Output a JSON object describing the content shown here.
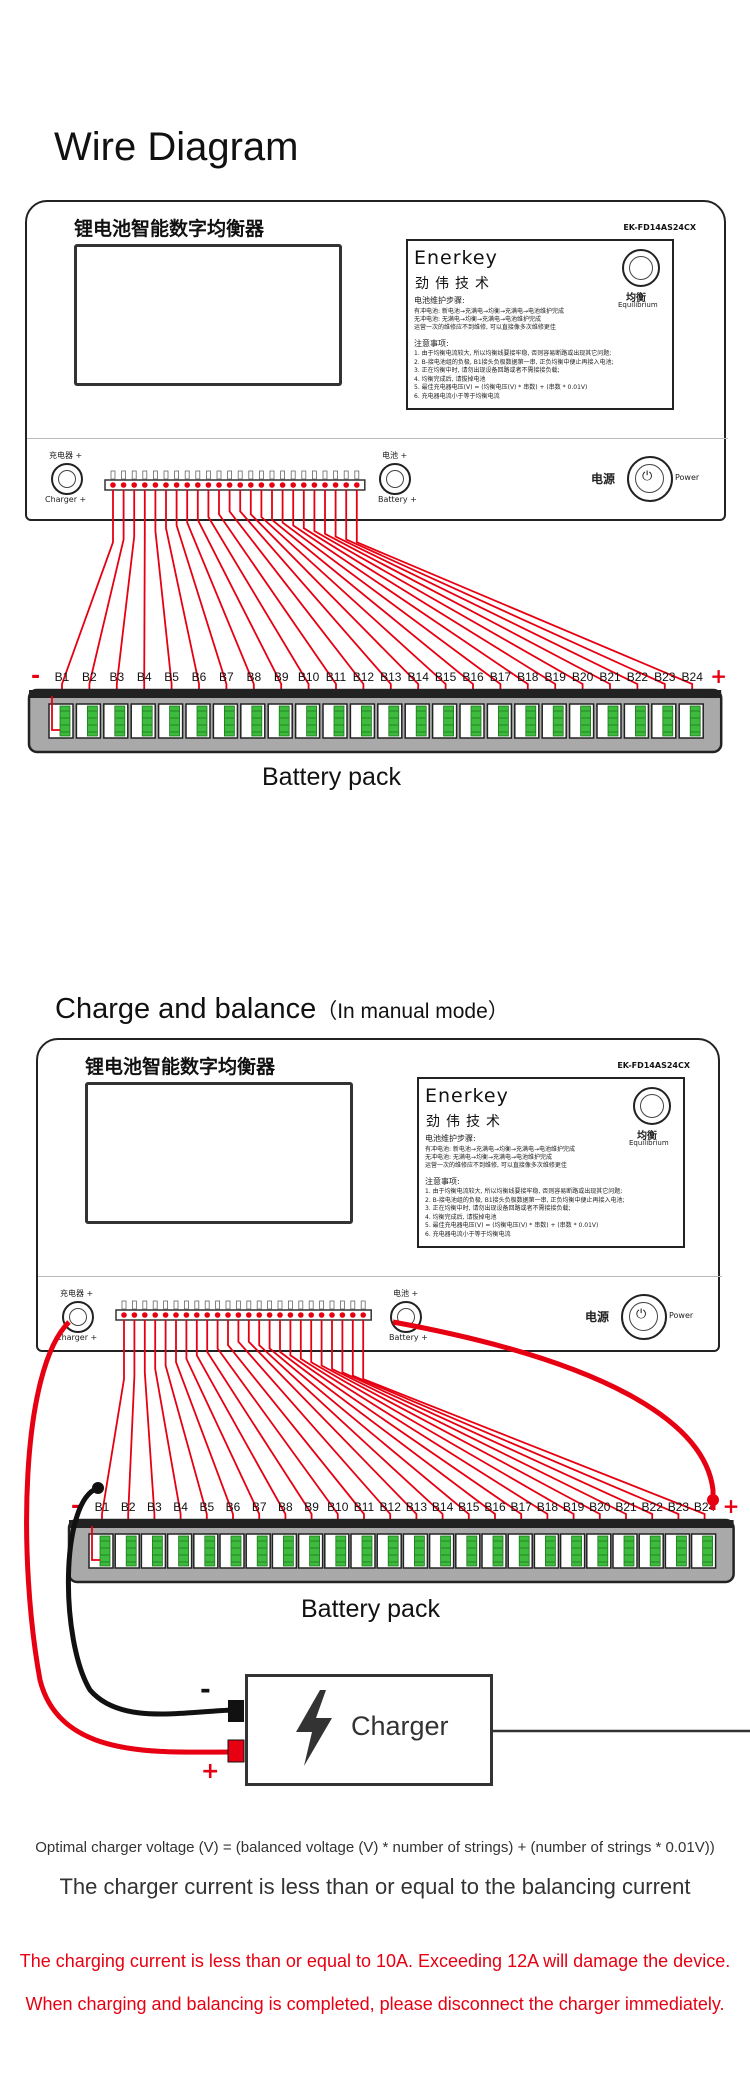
{
  "section1": {
    "title": "Wire Diagram"
  },
  "section2": {
    "title": "Charge and balance",
    "subtitle": "（In manual mode）"
  },
  "device": {
    "title_cn": "锂电池智能数字均衡器",
    "title_en": "Lithium battery intelligent digital equalizer",
    "model": "EK-FD14AS24CX",
    "brand_logo": "Enerkey",
    "brand_cn": "劲伟技术",
    "steps_heading": "电池维护步骤:",
    "steps": [
      "有冲电池: 新电池→充满电→均衡→充满电→电池维护完成",
      "无冲电池: 无满电→均衡→充满电→电池维护完成",
      "运营一次的维修应不到维修, 可以直接像多次维修更佳"
    ],
    "notes_heading": "注意事项:",
    "notes": [
      "1. 由于均衡电流较大, 所以均衡线要接牢稳, 否则容易断路或出现其它问题;",
      "2. B-接电池组的负极, B1接头负极数据第一串, 正负均衡中便止再接入电池;",
      "3. 正在均衡中时, 请勿出现设备回路或者不需接接负载;",
      "4. 均衡完成后, 请拔掉电池",
      "5. 最佳充电器电压(V) = (均衡电压(V) * 串数) + (串数 * 0.01V)",
      "6. 充电器电流小于等于均衡电流"
    ],
    "equilibrium_cn": "均衡",
    "equilibrium_en": "Equilibrium",
    "charger_port_cn": "充电器 +",
    "charger_port_en": "Charger +",
    "battery_port_cn": "电池 +",
    "battery_port_en": "Battery +",
    "power_cn": "电源",
    "power_en": "Power"
  },
  "battery": {
    "cells": [
      "B1",
      "B2",
      "B3",
      "B4",
      "B5",
      "B6",
      "B7",
      "B8",
      "B9",
      "B10",
      "B11",
      "B12",
      "B13",
      "B14",
      "B15",
      "B16",
      "B17",
      "B18",
      "B19",
      "B20",
      "B21",
      "B22",
      "B23",
      "B24"
    ],
    "minus_sign": "-",
    "plus_sign": "+",
    "label": "Battery pack"
  },
  "charger": {
    "label": "Charger",
    "minus_sign": "-",
    "plus_sign": "+"
  },
  "notes": {
    "formula": "Optimal charger voltage (V) = (balanced voltage (V) * number of strings) + (number of strings * 0.01V))",
    "current_note": "The charger current is less than or equal to the balancing current",
    "warning1": "The charging current is less than or equal to 10A. Exceeding 12A will damage the device.",
    "warning2": "When charging and balancing is completed, please disconnect the charger immediately."
  },
  "colors": {
    "wire_red": "#e60012",
    "wire_black": "#111111",
    "pack_gray": "#a9a9a9",
    "terminal_green": "#3dbb3d",
    "warning_red": "#e60012"
  }
}
